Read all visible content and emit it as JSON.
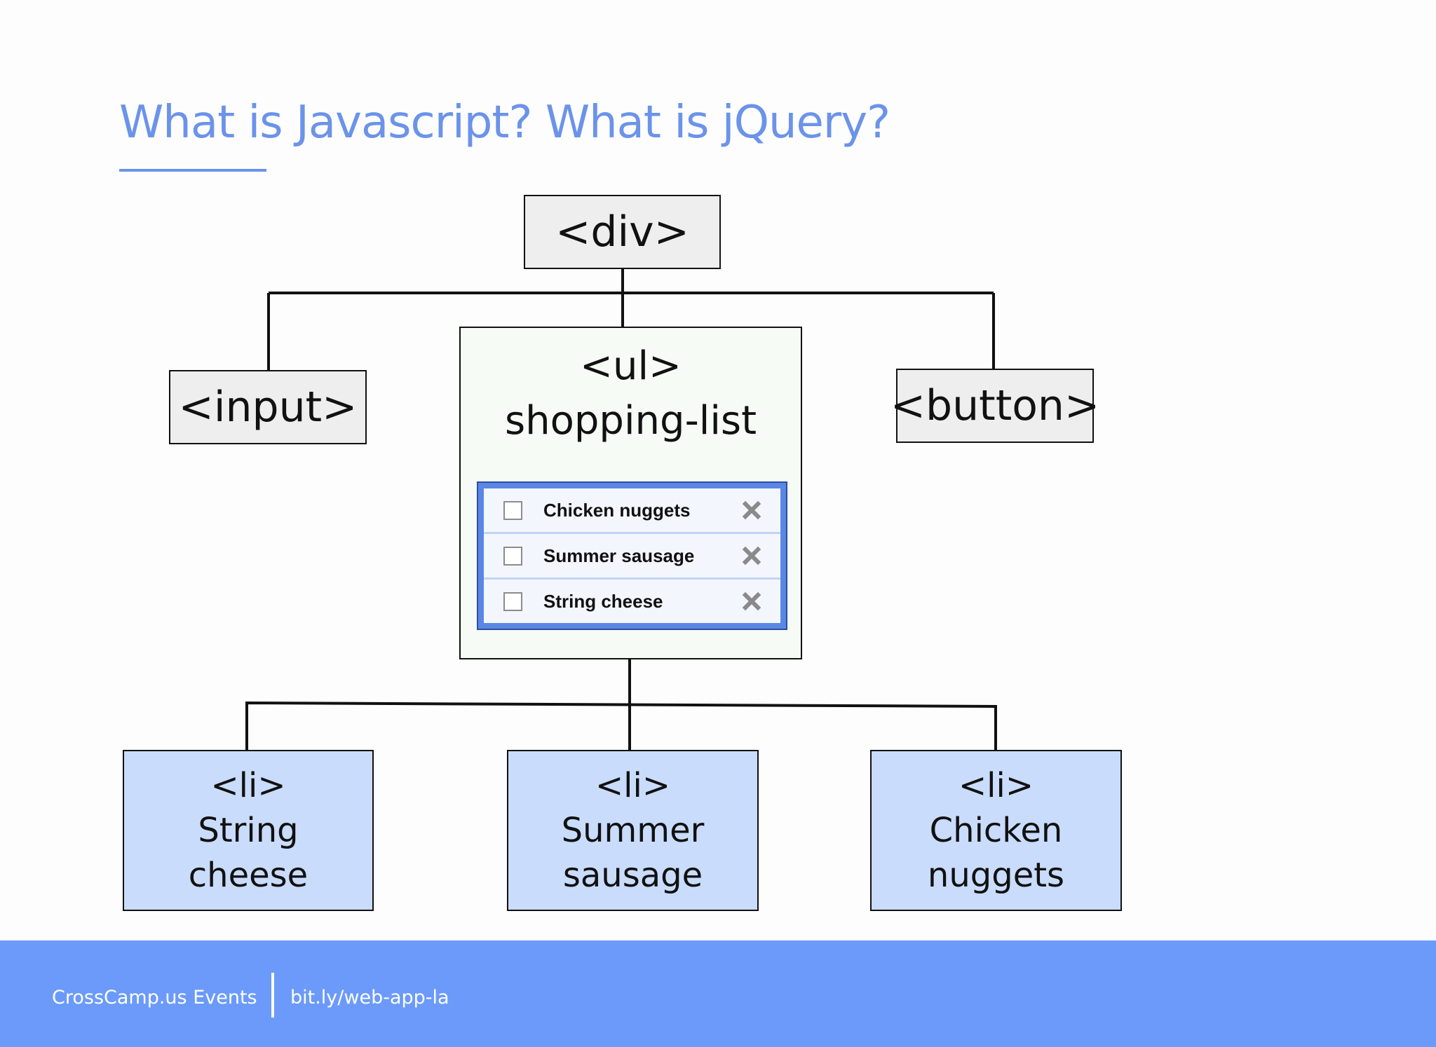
{
  "title": "What is Javascript? What is jQuery?",
  "nodes": {
    "div": "<div>",
    "input": "<input>",
    "button": "<button>",
    "ul_tag": "<ul>",
    "ul_name": "shopping-list",
    "li": [
      {
        "tag": "<li>",
        "line1": "String",
        "line2": "cheese"
      },
      {
        "tag": "<li>",
        "line1": "Summer",
        "line2": "sausage"
      },
      {
        "tag": "<li>",
        "line1": "Chicken",
        "line2": "nuggets"
      }
    ]
  },
  "shopping_list": {
    "items": [
      "Chicken nuggets",
      "Summer sausage",
      "String cheese"
    ],
    "checkbox_icon": "checkbox-icon",
    "delete_icon": "x-icon"
  },
  "footer": {
    "left": "CrossCamp.us Events",
    "right": "bit.ly/web-app-la"
  },
  "colors": {
    "accent": "#6b93ea",
    "footer_bg": "#6b9afa",
    "li_bg": "#c9dcfc",
    "node_bg": "#efeeef",
    "list_border": "#5b87e4"
  }
}
